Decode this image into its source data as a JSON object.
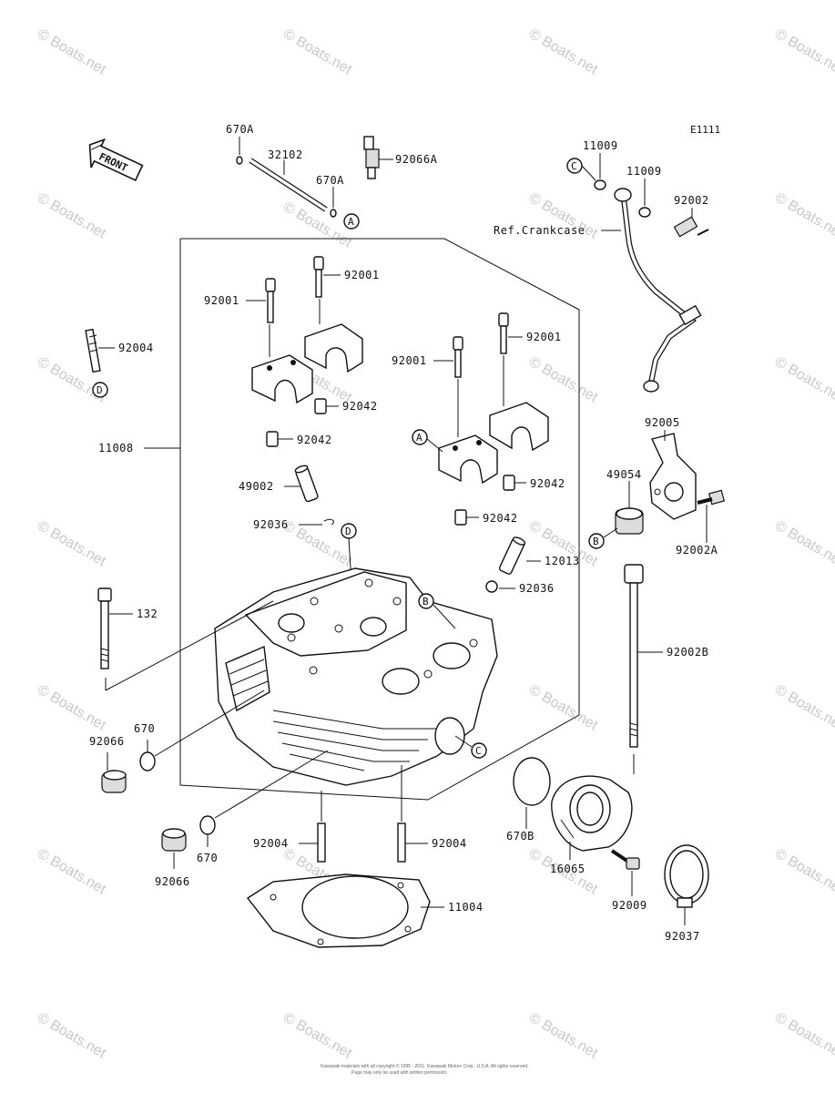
{
  "diagram_code": "E1111",
  "watermark": "© Boats.net",
  "front_label": "FRONT",
  "ref_crankcase": "Ref.Crankcase",
  "footer": {
    "line1": "Kawasaki materials with all copyright © 1995 - 2011, Kawasaki Motors Corp., U.S.A. All rights reserved.",
    "line2": "Page may only be used with written permission."
  },
  "callouts": {
    "A": "A",
    "B": "B",
    "C": "C",
    "D": "D"
  },
  "parts": [
    {
      "key": "p670a_1",
      "number": "670A"
    },
    {
      "key": "p32102",
      "number": "32102"
    },
    {
      "key": "p670a_2",
      "number": "670A"
    },
    {
      "key": "p92066a",
      "number": "92066A"
    },
    {
      "key": "p11009_1",
      "number": "11009"
    },
    {
      "key": "p11009_2",
      "number": "11009"
    },
    {
      "key": "p92002",
      "number": "92002"
    },
    {
      "key": "p92001_a",
      "number": "92001"
    },
    {
      "key": "p92001_b",
      "number": "92001"
    },
    {
      "key": "p92001_c",
      "number": "92001"
    },
    {
      "key": "p92001_d",
      "number": "92001"
    },
    {
      "key": "p92004_top",
      "number": "92004"
    },
    {
      "key": "p92042_1",
      "number": "92042"
    },
    {
      "key": "p92042_2",
      "number": "92042"
    },
    {
      "key": "p92042_3",
      "number": "92042"
    },
    {
      "key": "p92042_4",
      "number": "92042"
    },
    {
      "key": "p11008",
      "number": "11008"
    },
    {
      "key": "p49002",
      "number": "49002"
    },
    {
      "key": "p92036_1",
      "number": "92036"
    },
    {
      "key": "p92036_2",
      "number": "92036"
    },
    {
      "key": "p12013",
      "number": "12013"
    },
    {
      "key": "p92005",
      "number": "92005"
    },
    {
      "key": "p49054",
      "number": "49054"
    },
    {
      "key": "p92002a",
      "number": "92002A"
    },
    {
      "key": "p92002b",
      "number": "92002B"
    },
    {
      "key": "p132",
      "number": "132"
    },
    {
      "key": "p670_1",
      "number": "670"
    },
    {
      "key": "p92066_1",
      "number": "92066"
    },
    {
      "key": "p670_2",
      "number": "670"
    },
    {
      "key": "p92066_2",
      "number": "92066"
    },
    {
      "key": "p92004_l",
      "number": "92004"
    },
    {
      "key": "p92004_r",
      "number": "92004"
    },
    {
      "key": "p11004",
      "number": "11004"
    },
    {
      "key": "p670b",
      "number": "670B"
    },
    {
      "key": "p16065",
      "number": "16065"
    },
    {
      "key": "p92009",
      "number": "92009"
    },
    {
      "key": "p92037",
      "number": "92037"
    }
  ]
}
